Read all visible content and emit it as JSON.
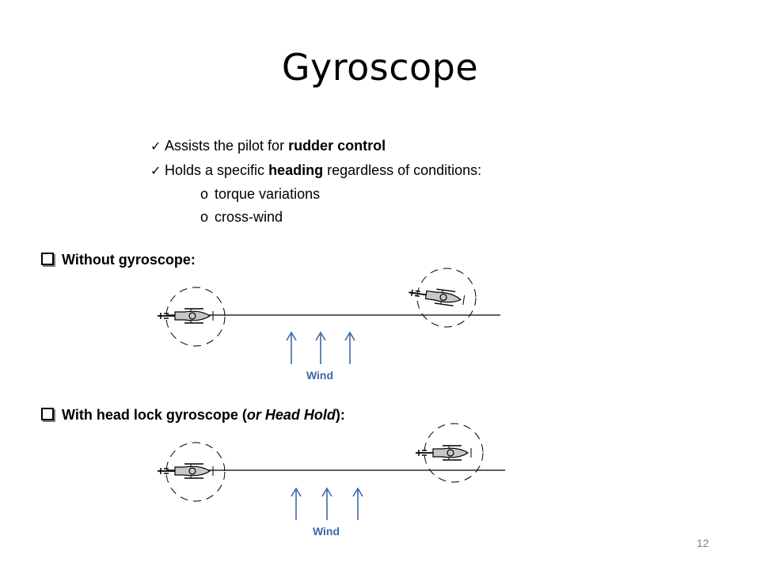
{
  "slide": {
    "title": "Gyroscope",
    "bullets": [
      {
        "pre": "Assists the pilot for ",
        "bold": "rudder control",
        "post": ""
      },
      {
        "pre": "Holds a specific ",
        "bold": "heading",
        "post": " regardless of conditions:"
      }
    ],
    "sub_bullets": [
      {
        "marker": "o",
        "text": "torque variations"
      },
      {
        "marker": "o",
        "text": "cross-wind"
      }
    ],
    "sections": [
      {
        "label": "Without gyroscope:",
        "wind_label": "Wind"
      },
      {
        "label_pre": "With head lock gyroscope (",
        "label_italic": "or Head Hold",
        "label_post": "):",
        "wind_label": "Wind"
      }
    ],
    "page_number": "12",
    "colors": {
      "arrow": "#3a6aa6",
      "helicopter_fill": "#c8c8c8"
    }
  }
}
